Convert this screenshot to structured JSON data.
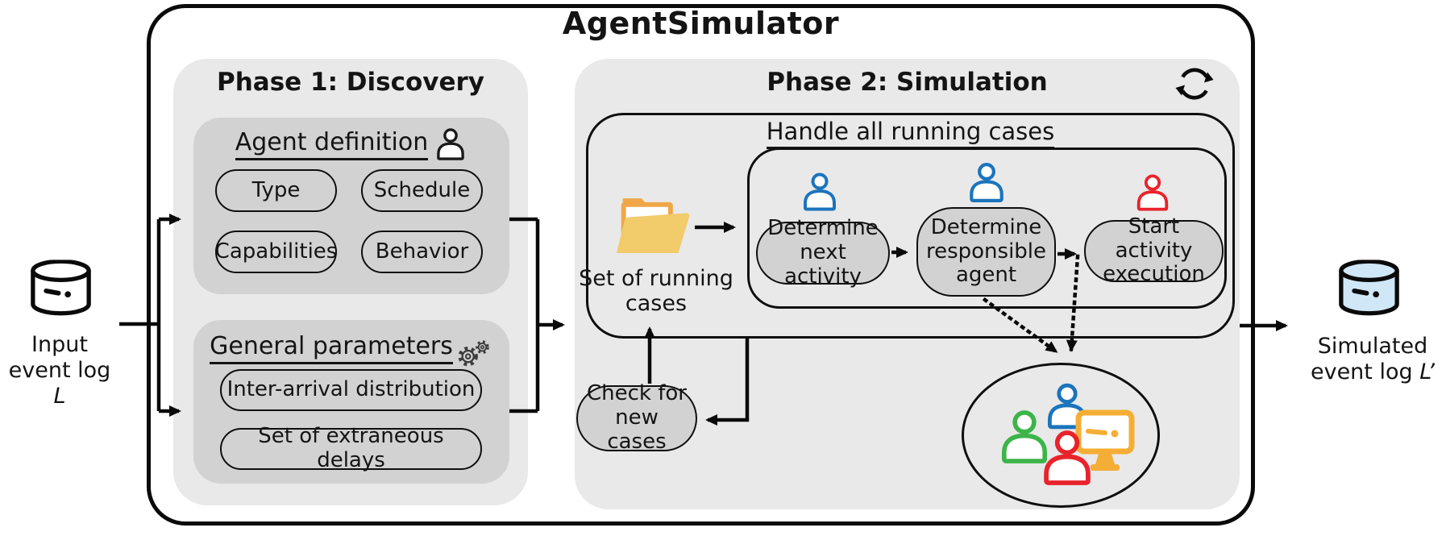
{
  "title": "AgentSimulator",
  "left_db": {
    "line1": "Input",
    "line2_prefix": "event log ",
    "symbol": "L"
  },
  "right_db": {
    "line1": "Simulated",
    "line2_prefix": "event log ",
    "symbol": "L’"
  },
  "phase1": {
    "title": "Phase 1: Discovery",
    "agent_definition": {
      "title": "Agent definition",
      "pills": [
        "Type",
        "Schedule",
        "Capabilities",
        "Behavior"
      ]
    },
    "general_parameters": {
      "title": "General parameters",
      "pills": [
        "Inter-arrival distribution",
        "Set of extraneous delays"
      ]
    }
  },
  "phase2": {
    "title": "Phase 2: Simulation",
    "handle_title": "Handle all running cases",
    "running_label_line1": "Set of running",
    "running_label_line2": "cases",
    "steps": [
      "Determine next activity",
      "Determine responsible agent",
      "Start activity execution"
    ],
    "check_label": "Check for new cases"
  },
  "icons": {
    "left_database": "database-cylinder-icon",
    "right_database": "database-cylinder-icon",
    "agent_definition": "person-icon",
    "general_parameters": "gears-icon",
    "phase2_loop": "cycle-arrows-icon",
    "running_cases": "open-folder-icon",
    "step_agents": [
      "person-icon-blue",
      "person-icon-blue",
      "person-icon-red"
    ],
    "resource_pool": [
      "person-icon-green",
      "person-icon-blue",
      "person-icon-red",
      "computer-monitor-icon"
    ]
  },
  "colors": {
    "ink": "#141414",
    "box-light": "#e9e9e9",
    "box-mid": "#d2d2d2",
    "blue": "#1b74bc",
    "red": "#e8232b",
    "green": "#3cb44a",
    "orange": "#f5ae35",
    "folder-light": "#f2cb6b",
    "folder-dark": "#f0a747",
    "db-blue": "#cfe7f6"
  }
}
